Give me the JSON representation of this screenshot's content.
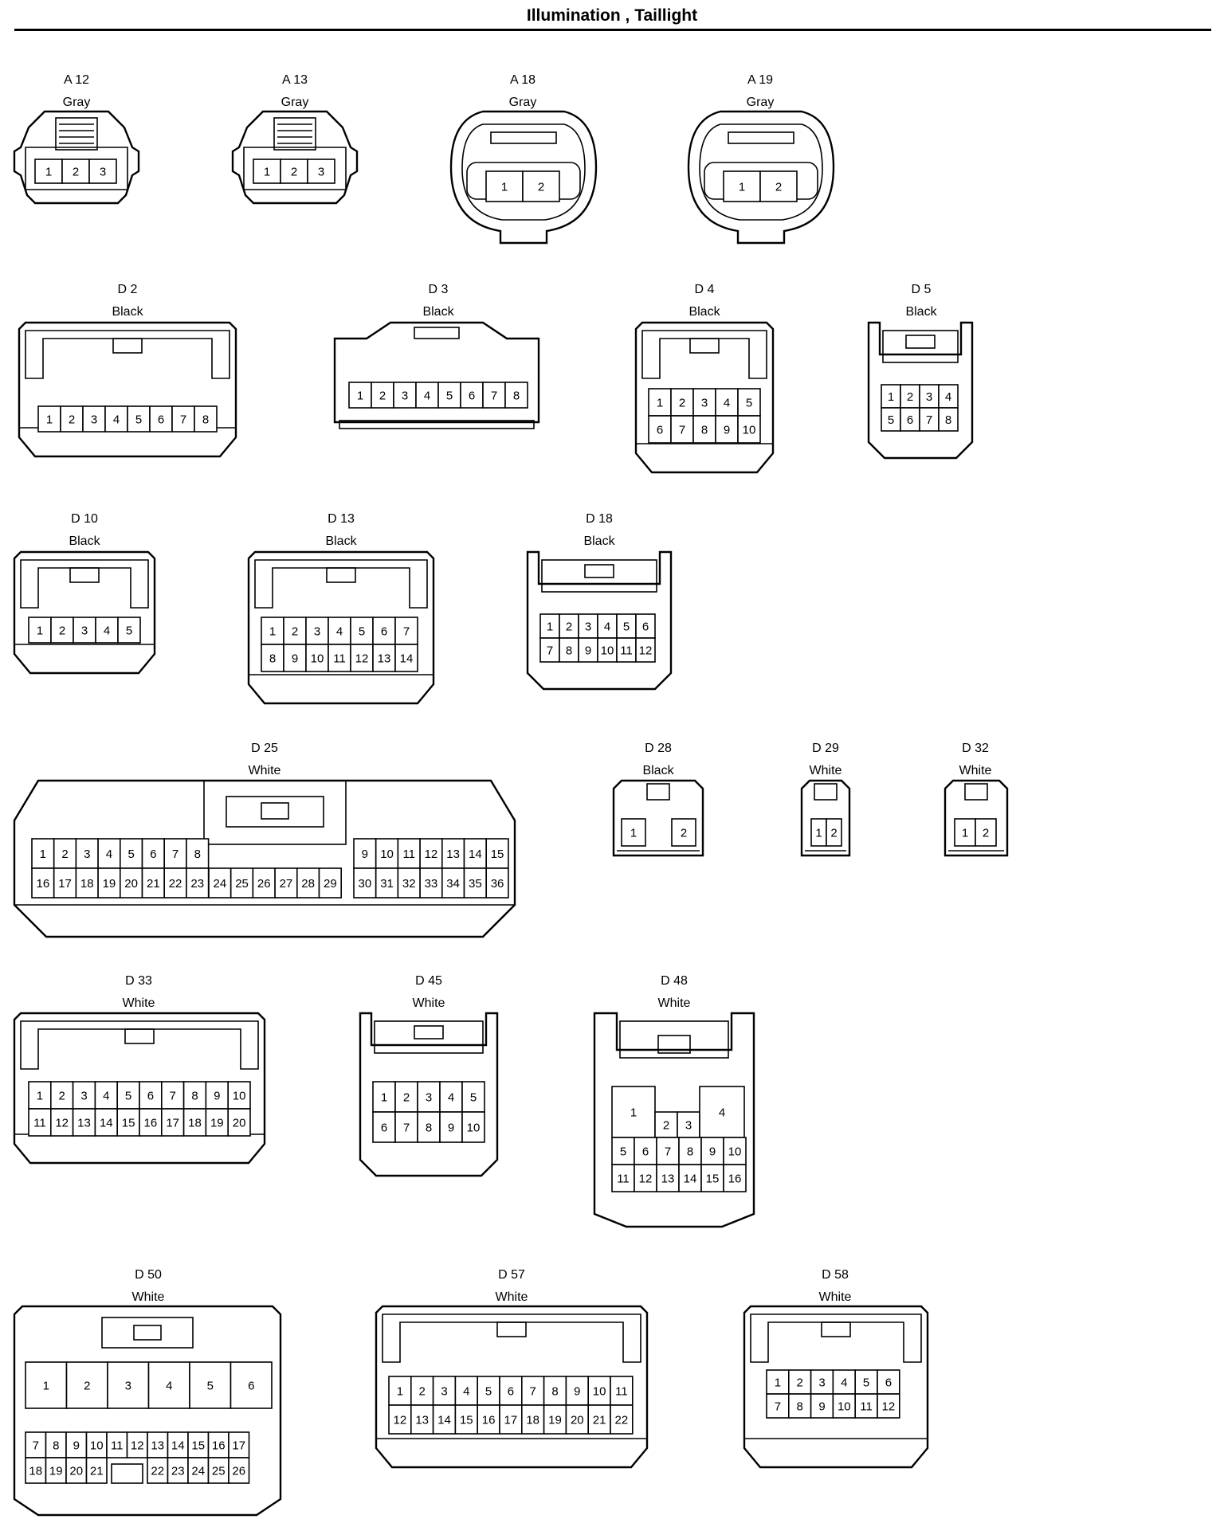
{
  "title": "Illumination , Taillight",
  "connectors": [
    {
      "id": "A 12",
      "color": "Gray"
    },
    {
      "id": "A 13",
      "color": "Gray"
    },
    {
      "id": "A 18",
      "color": "Gray"
    },
    {
      "id": "A 19",
      "color": "Gray"
    },
    {
      "id": "D 2",
      "color": "Black"
    },
    {
      "id": "D 3",
      "color": "Black"
    },
    {
      "id": "D 4",
      "color": "Black"
    },
    {
      "id": "D 5",
      "color": "Black"
    },
    {
      "id": "D 10",
      "color": "Black"
    },
    {
      "id": "D 13",
      "color": "Black"
    },
    {
      "id": "D 18",
      "color": "Black"
    },
    {
      "id": "D 25",
      "color": "White"
    },
    {
      "id": "D 28",
      "color": "Black"
    },
    {
      "id": "D 29",
      "color": "White"
    },
    {
      "id": "D 32",
      "color": "White"
    },
    {
      "id": "D 33",
      "color": "White"
    },
    {
      "id": "D 45",
      "color": "White"
    },
    {
      "id": "D 48",
      "color": "White"
    },
    {
      "id": "D 50",
      "color": "White"
    },
    {
      "id": "D 57",
      "color": "White"
    },
    {
      "id": "D 58",
      "color": "White"
    }
  ]
}
